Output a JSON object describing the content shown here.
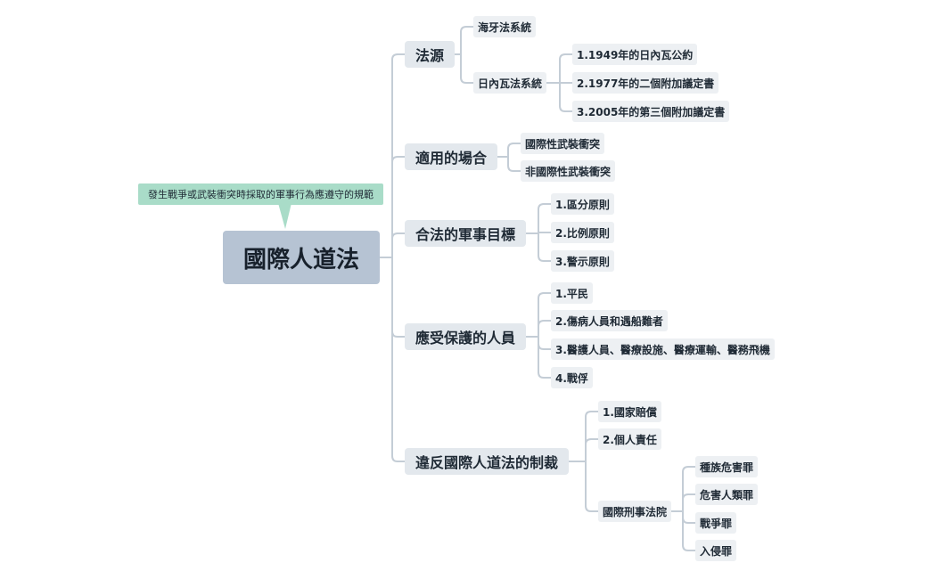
{
  "colors": {
    "line": "#c4cdd6",
    "root_fill": "#b6c3d3",
    "branch_fill": "#e3e8ed",
    "leaf_fill": "#edf0f3",
    "callout_fill": "#a9dcc8"
  },
  "root": {
    "label": "國際人道法",
    "note": "發生戰爭或武裝衝突時採取的軍事行為應遵守的規範"
  },
  "branches": [
    {
      "label": "法源",
      "children": [
        {
          "label": "海牙法系統"
        },
        {
          "label": "日內瓦法系統",
          "children": [
            {
              "label": "1.1949年的日內瓦公約"
            },
            {
              "label": "2.1977年的二個附加議定書"
            },
            {
              "label": "3.2005年的第三個附加議定書"
            }
          ]
        }
      ]
    },
    {
      "label": "適用的場合",
      "children": [
        {
          "label": "國際性武裝衝突"
        },
        {
          "label": "非國際性武裝衝突"
        }
      ]
    },
    {
      "label": "合法的軍事目標",
      "children": [
        {
          "label": "1.區分原則"
        },
        {
          "label": "2.比例原則"
        },
        {
          "label": "3.警示原則"
        }
      ]
    },
    {
      "label": "應受保護的人員",
      "children": [
        {
          "label": "1.平民"
        },
        {
          "label": "2.傷病人員和遇船難者"
        },
        {
          "label": "3.醫護人員、醫療設施、醫療運輸、醫務飛機"
        },
        {
          "label": "4.戰俘"
        }
      ]
    },
    {
      "label": "違反國際人道法的制裁",
      "children": [
        {
          "label": "1.國家賠償"
        },
        {
          "label": "2.個人責任"
        },
        {
          "label": "國際刑事法院",
          "children": [
            {
              "label": "種族危害罪"
            },
            {
              "label": "危害人類罪"
            },
            {
              "label": "戰爭罪"
            },
            {
              "label": "入侵罪"
            }
          ]
        }
      ]
    }
  ]
}
